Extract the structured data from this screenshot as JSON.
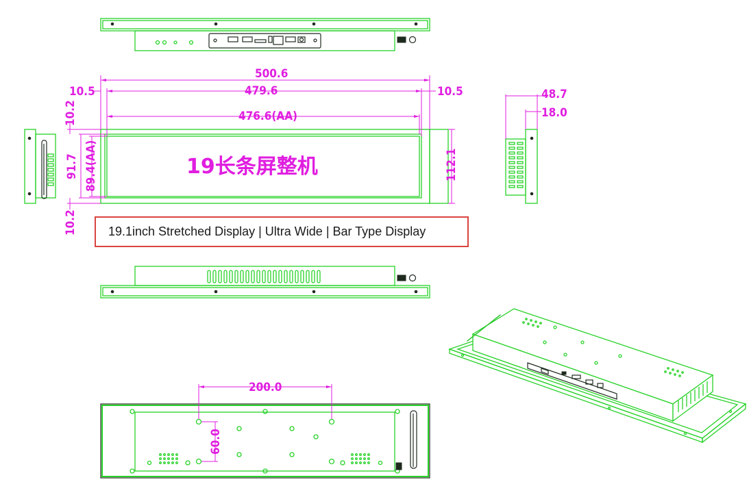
{
  "colors": {
    "outline": "#27d227",
    "dimension": "#e01ee0",
    "caption_border": "#d9433f"
  },
  "caption": "19.1inch Stretched Display | Ultra Wide | Bar Type Display",
  "product_label": "19长条屏整机",
  "dimensions": {
    "overall_width": "500.6",
    "bezel_width": "479.6",
    "active_area_width": "476.6(AA)",
    "left_margin": "10.5",
    "right_margin": "10.5",
    "top_margin": "10.2",
    "bottom_margin": "10.2",
    "bezel_height": "91.7",
    "active_area_height": "89.4(AA)",
    "overall_height": "112.1",
    "overall_depth": "48.7",
    "panel_depth": "18.0",
    "vesa_horizontal": "200.0",
    "vesa_vertical": "60.0"
  }
}
